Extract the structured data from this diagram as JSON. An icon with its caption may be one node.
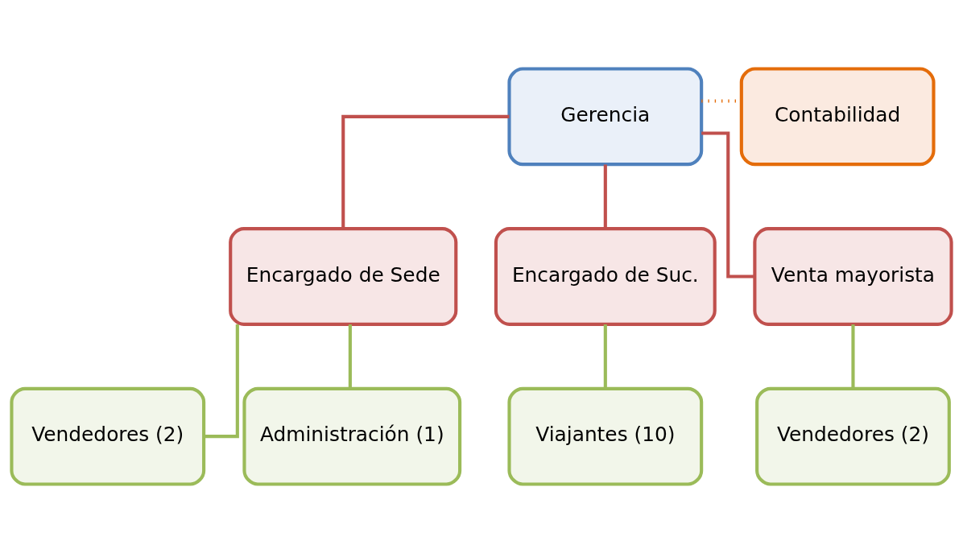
{
  "diagram": {
    "nodes": [
      {
        "text": [
          "Gerencia"
        ]
      },
      {
        "text": [
          "Contabilidad"
        ]
      },
      {
        "text": [
          "Encargado de Sede"
        ]
      },
      {
        "text": [
          "Encargado de Suc."
        ]
      },
      {
        "text": [
          "Venta mayorista"
        ]
      },
      {
        "text": [
          "Vendedores (2)"
        ]
      },
      {
        "text": [
          "Administración (1)"
        ]
      },
      {
        "text": [
          "Viajantes (10)"
        ]
      },
      {
        "text": [
          "Vendedores (2)"
        ]
      }
    ],
    "edges": [
      {
        "from": 0,
        "to": 1,
        "arrow": "none",
        "style": "dashed",
        "color": "#e46c0a"
      },
      {
        "from": 0,
        "to": 2,
        "arrow": "none",
        "color": "#c0504d"
      },
      {
        "from": 0,
        "to": 3,
        "arrow": "none",
        "color": "#c0504d"
      },
      {
        "from": 0,
        "to": 4,
        "arrow": "none",
        "color": "#c0504d"
      },
      {
        "from": 2,
        "to": 5,
        "arrow": "none",
        "color": "#9bbb59"
      },
      {
        "from": 2,
        "to": 6,
        "arrow": "none",
        "color": "#9bbb59"
      },
      {
        "from": 3,
        "to": 7,
        "arrow": "none",
        "color": "#9bbb59"
      },
      {
        "from": 4,
        "to": 8,
        "arrow": "none",
        "color": "#9bbb59"
      }
    ]
  }
}
